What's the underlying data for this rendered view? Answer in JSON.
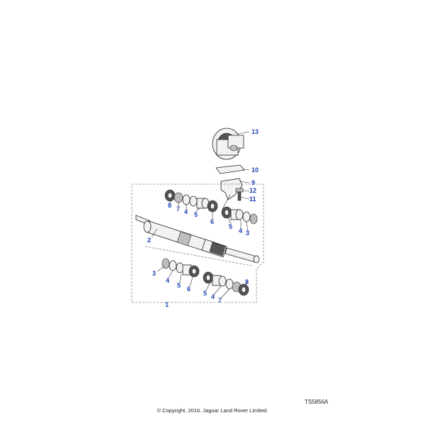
{
  "diagram": {
    "callouts": [
      "13",
      "10",
      "9",
      "12",
      "11",
      "8",
      "7",
      "4",
      "5",
      "6",
      "5",
      "4",
      "3",
      "2",
      "3",
      "4",
      "5",
      "6",
      "5",
      "4",
      "7",
      "8",
      "1"
    ],
    "reference_code": "TS5856A",
    "copyright": "© Copyright, 2016. Jaguar Land Rover Limited."
  }
}
